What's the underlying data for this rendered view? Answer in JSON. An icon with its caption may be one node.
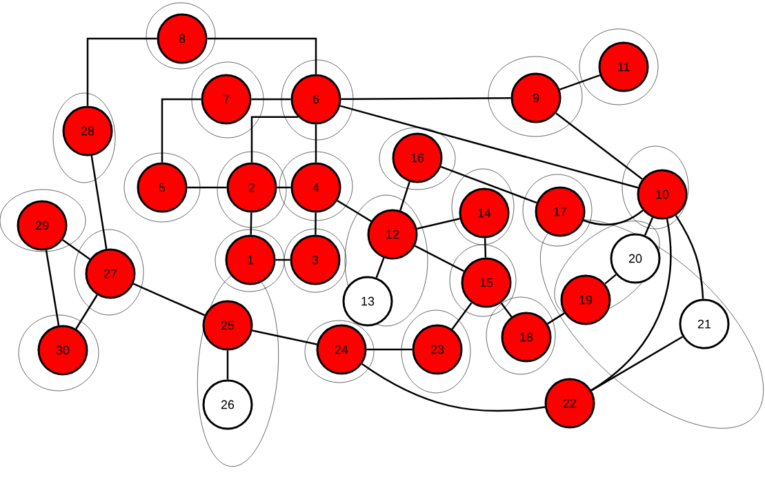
{
  "diagram": {
    "nodes": [
      {
        "text": [
          "1"
        ]
      },
      {
        "text": [
          "2"
        ]
      },
      {
        "text": [
          "3"
        ]
      },
      {
        "text": [
          "4"
        ]
      },
      {
        "text": [
          "5"
        ]
      },
      {
        "text": [
          "6"
        ]
      },
      {
        "text": [
          "7"
        ]
      },
      {
        "text": [
          "8"
        ]
      },
      {
        "text": [
          "9"
        ]
      },
      {
        "text": [
          "10"
        ]
      },
      {
        "text": [
          "11"
        ]
      },
      {
        "text": [
          "12"
        ]
      },
      {
        "text": [
          "13"
        ]
      },
      {
        "text": [
          "14"
        ]
      },
      {
        "text": [
          "15"
        ]
      },
      {
        "text": [
          "16"
        ]
      },
      {
        "text": [
          "17"
        ]
      },
      {
        "text": [
          "18"
        ]
      },
      {
        "text": [
          "19"
        ]
      },
      {
        "text": [
          "20"
        ]
      },
      {
        "text": [
          "21"
        ]
      },
      {
        "text": [
          "22"
        ]
      },
      {
        "text": [
          "23"
        ]
      },
      {
        "text": [
          "24"
        ]
      },
      {
        "text": [
          "25"
        ]
      },
      {
        "text": [
          "26"
        ]
      },
      {
        "text": [
          "27"
        ]
      },
      {
        "text": [
          "28"
        ]
      },
      {
        "text": [
          "29"
        ]
      },
      {
        "text": [
          "30"
        ]
      }
    ],
    "edges": [
      {
        "from": 7,
        "to": 27,
        "arrow": "none"
      },
      {
        "from": 7,
        "to": 5,
        "arrow": "none"
      },
      {
        "from": 6,
        "to": 5,
        "arrow": "none"
      },
      {
        "from": 6,
        "to": 4,
        "arrow": "none"
      },
      {
        "from": 5,
        "to": 8,
        "arrow": "none"
      },
      {
        "from": 5,
        "to": 3,
        "arrow": "none"
      },
      {
        "from": 5,
        "to": 1,
        "arrow": "none"
      },
      {
        "from": 5,
        "to": 9,
        "arrow": "none"
      },
      {
        "from": 8,
        "to": 10,
        "arrow": "none"
      },
      {
        "from": 8,
        "to": 9,
        "arrow": "none"
      },
      {
        "from": 4,
        "to": 1,
        "arrow": "none"
      },
      {
        "from": 1,
        "to": 3,
        "arrow": "none"
      },
      {
        "from": 1,
        "to": 0,
        "arrow": "none"
      },
      {
        "from": 3,
        "to": 2,
        "arrow": "none"
      },
      {
        "from": 0,
        "to": 2,
        "arrow": "none"
      },
      {
        "from": 3,
        "to": 11,
        "arrow": "none"
      },
      {
        "from": 15,
        "to": 11,
        "arrow": "none"
      },
      {
        "from": 15,
        "to": 16,
        "arrow": "none"
      },
      {
        "from": 16,
        "to": 9,
        "arrow": "none"
      },
      {
        "from": 11,
        "to": 13,
        "arrow": "none"
      },
      {
        "from": 11,
        "to": 12,
        "arrow": "none"
      },
      {
        "from": 11,
        "to": 14,
        "arrow": "none"
      },
      {
        "from": 13,
        "to": 14,
        "arrow": "none"
      },
      {
        "from": 14,
        "to": 17,
        "arrow": "none"
      },
      {
        "from": 14,
        "to": 22,
        "arrow": "none"
      },
      {
        "from": 18,
        "to": 17,
        "arrow": "none"
      },
      {
        "from": 18,
        "to": 19,
        "arrow": "none"
      },
      {
        "from": 19,
        "to": 9,
        "arrow": "none"
      },
      {
        "from": 9,
        "to": 20,
        "arrow": "none"
      },
      {
        "from": 9,
        "to": 21,
        "arrow": "none"
      },
      {
        "from": 20,
        "to": 21,
        "arrow": "none"
      },
      {
        "from": 23,
        "to": 21,
        "arrow": "none"
      },
      {
        "from": 23,
        "to": 22,
        "arrow": "none"
      },
      {
        "from": 24,
        "to": 23,
        "arrow": "none"
      },
      {
        "from": 24,
        "to": 25,
        "arrow": "none"
      },
      {
        "from": 26,
        "to": 24,
        "arrow": "none"
      },
      {
        "from": 27,
        "to": 26,
        "arrow": "none"
      },
      {
        "from": 28,
        "to": 26,
        "arrow": "none"
      },
      {
        "from": 28,
        "to": 29,
        "arrow": "none"
      },
      {
        "from": 26,
        "to": 29,
        "arrow": "none"
      }
    ]
  }
}
